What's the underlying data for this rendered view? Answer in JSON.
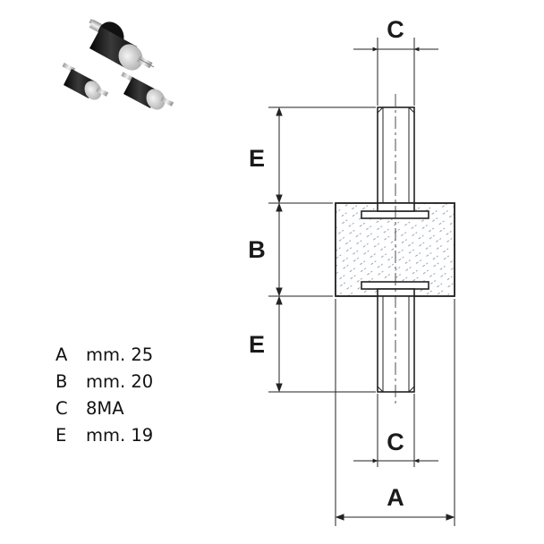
{
  "diagram": {
    "dimension_labels": {
      "c_top": "C",
      "e_top": "E",
      "b": "B",
      "e_bottom": "E",
      "c_bottom": "C",
      "a": "A"
    }
  },
  "specs": [
    {
      "letter": "A",
      "value": "mm. 25"
    },
    {
      "letter": "B",
      "value": "mm. 20"
    },
    {
      "letter": "C",
      "value": "8MA"
    },
    {
      "letter": "E",
      "value": "mm. 19"
    }
  ],
  "colors": {
    "rubber": "#1c1c1c",
    "metal": "#c9c9c9",
    "line": "#222222",
    "hatch": "#9aa4b4"
  },
  "icons": {
    "product_photo": "rubber-mount-icon"
  }
}
